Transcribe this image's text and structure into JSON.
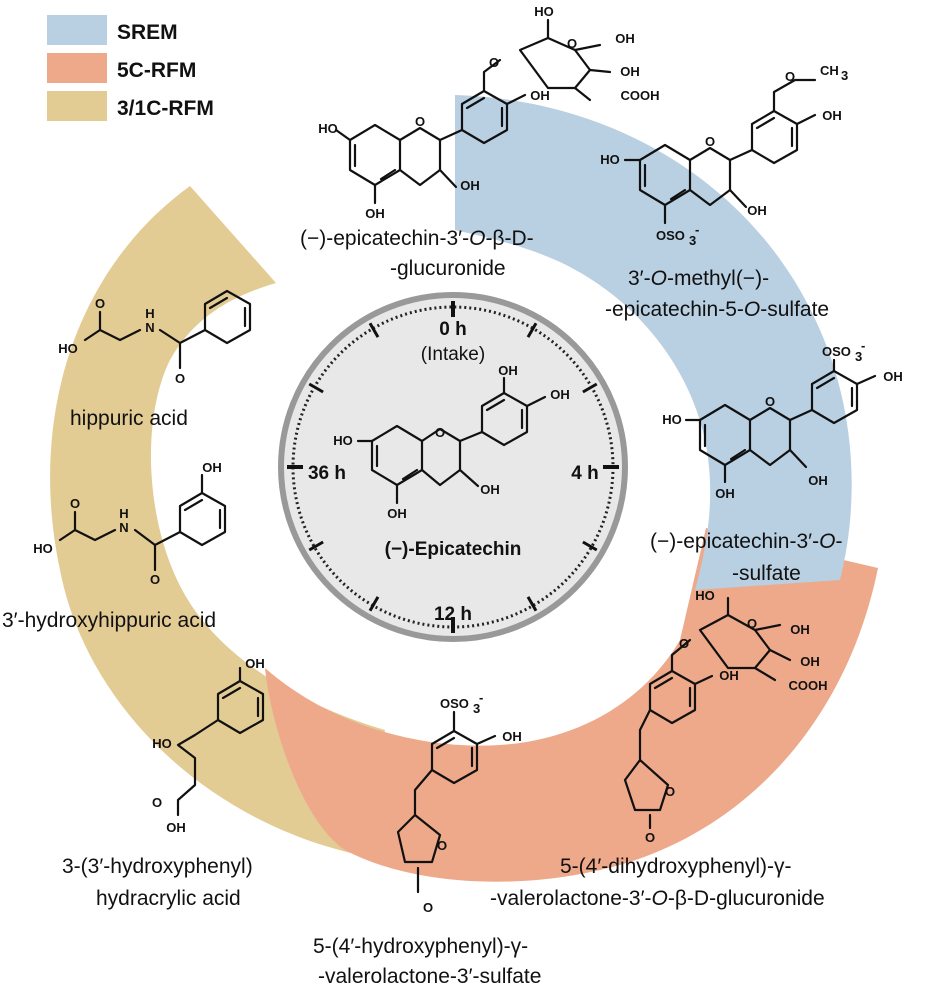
{
  "legend": [
    {
      "label": "SREM",
      "color": "#b9cfe2"
    },
    {
      "label": "5C-RFM",
      "color": "#eda98a"
    },
    {
      "label": "3/1C-RFM",
      "color": "#e3cb94"
    }
  ],
  "clock": {
    "top_label": "0 h",
    "top_sublabel": "(Intake)",
    "right_label": "4 h",
    "bottom_label": "12 h",
    "left_label": "36 h",
    "center_compound": "(−)-Epicatechin"
  },
  "compounds": {
    "glucuronide": {
      "line1": "(−)-epicatechin-3′-",
      "italic": "O",
      "line1b": "-β-D-",
      "line2": "-glucuronide"
    },
    "methyl_sulfate": {
      "line1a": "3′-",
      "italic": "O",
      "line1b": "-methyl(−)-",
      "line2a": "-epicatechin-5-",
      "line2b": "-sulfate"
    },
    "sulfate": {
      "line1": "(−)-epicatechin-3′-",
      "italic": "O",
      "line1b": "-",
      "line2": "-sulfate"
    },
    "dihydroxy_glucuronide": {
      "line1": "5-(4′-dihydroxyphenyl)-γ-",
      "line2a": "-valerolactone-3′-",
      "italic": "O",
      "line2b": "-β-D-glucuronide"
    },
    "hydroxy_sulfate": {
      "line1": "5-(4′-hydroxyphenyl)-γ-",
      "line2": "-valerolactone-3′-sulfate"
    },
    "hydracrylic": {
      "line1": "3-(3′-hydroxyphenyl)",
      "line2": "hydracrylic acid"
    },
    "hydroxyhippuric": {
      "line1": "3′-hydroxyhippuric acid"
    },
    "hippuric": {
      "line1": "hippuric acid"
    }
  },
  "atoms": {
    "HO": "HO",
    "OH": "OH",
    "O": "O",
    "N": "N",
    "H": "H",
    "COOH": "COOH",
    "CH3": "CH",
    "CH3_sub": "3",
    "OSO3": "OSO",
    "OSO3_sub": "3",
    "OSO3_sup": "-",
    "SO3": "SO",
    "SO3_sub": "3",
    "SO3_sup": "-"
  }
}
